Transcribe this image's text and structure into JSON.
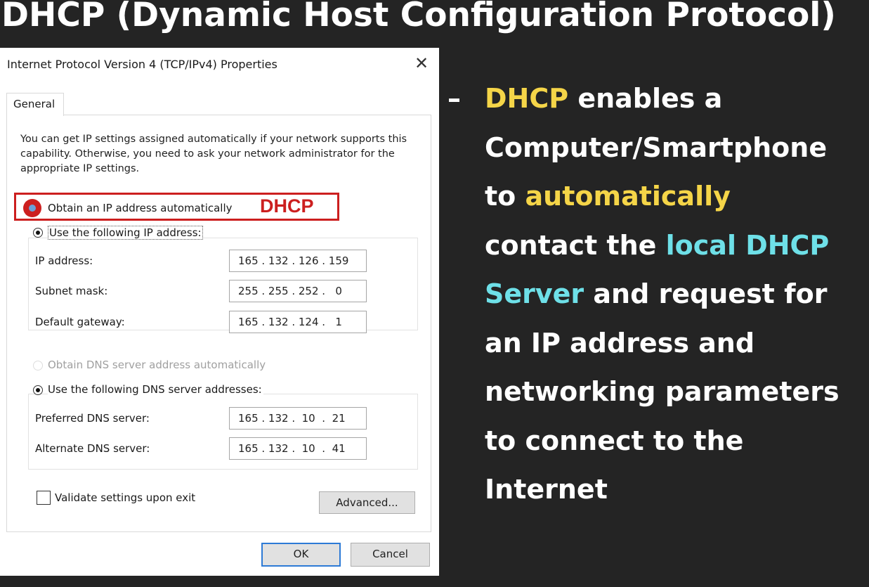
{
  "slide": {
    "title": "DHCP (Dynamic Host Configuration Protocol)"
  },
  "dialog": {
    "title": "Internet Protocol Version 4 (TCP/IPv4) Properties",
    "close_glyph": "✕",
    "tab": "General",
    "description": "You can get IP settings assigned automatically if your network supports this capability. Otherwise, you need to ask your network administrator for the appropriate IP settings.",
    "radio_obtain_ip": "Obtain an IP address automatically",
    "dhcp_annotation": "DHCP",
    "radio_use_ip": "Use the following IP address:",
    "ip_address_label": "IP address:",
    "ip_address_value": "165 . 132 . 126 . 159",
    "subnet_mask_label": "Subnet mask:",
    "subnet_mask_value": "255 . 255 . 252 .   0",
    "default_gateway_label": "Default gateway:",
    "default_gateway_value": "165 . 132 . 124 .   1",
    "radio_obtain_dns": "Obtain DNS server address automatically",
    "radio_use_dns": "Use the following DNS server addresses:",
    "preferred_dns_label": "Preferred DNS server:",
    "preferred_dns_value": "165 . 132 .  10  .  21",
    "alternate_dns_label": "Alternate DNS server:",
    "alternate_dns_value": "165 . 132 .  10  .  41",
    "validate_label": "Validate settings upon exit",
    "validate_checked": false,
    "advanced_button": "Advanced...",
    "ok_button": "OK",
    "cancel_button": "Cancel"
  },
  "bullet": {
    "dash": "–",
    "l1_a": "DHCP",
    "l1_b": " enables a",
    "l2": "Computer/Smartphone",
    "l3_a": "to ",
    "l3_b": "automatically",
    "l4_a": "contact the ",
    "l4_b": "local DHCP",
    "l5_a": "Server",
    "l5_b": " and request for",
    "l6": "an IP address and",
    "l7": "networking parameters",
    "l8": "to connect to the",
    "l9": "Internet"
  },
  "colors": {
    "highlight_yellow": "#f5d548",
    "highlight_cyan": "#6ee0e8",
    "annotation_red": "#cc1f1f",
    "background": "#242424"
  }
}
